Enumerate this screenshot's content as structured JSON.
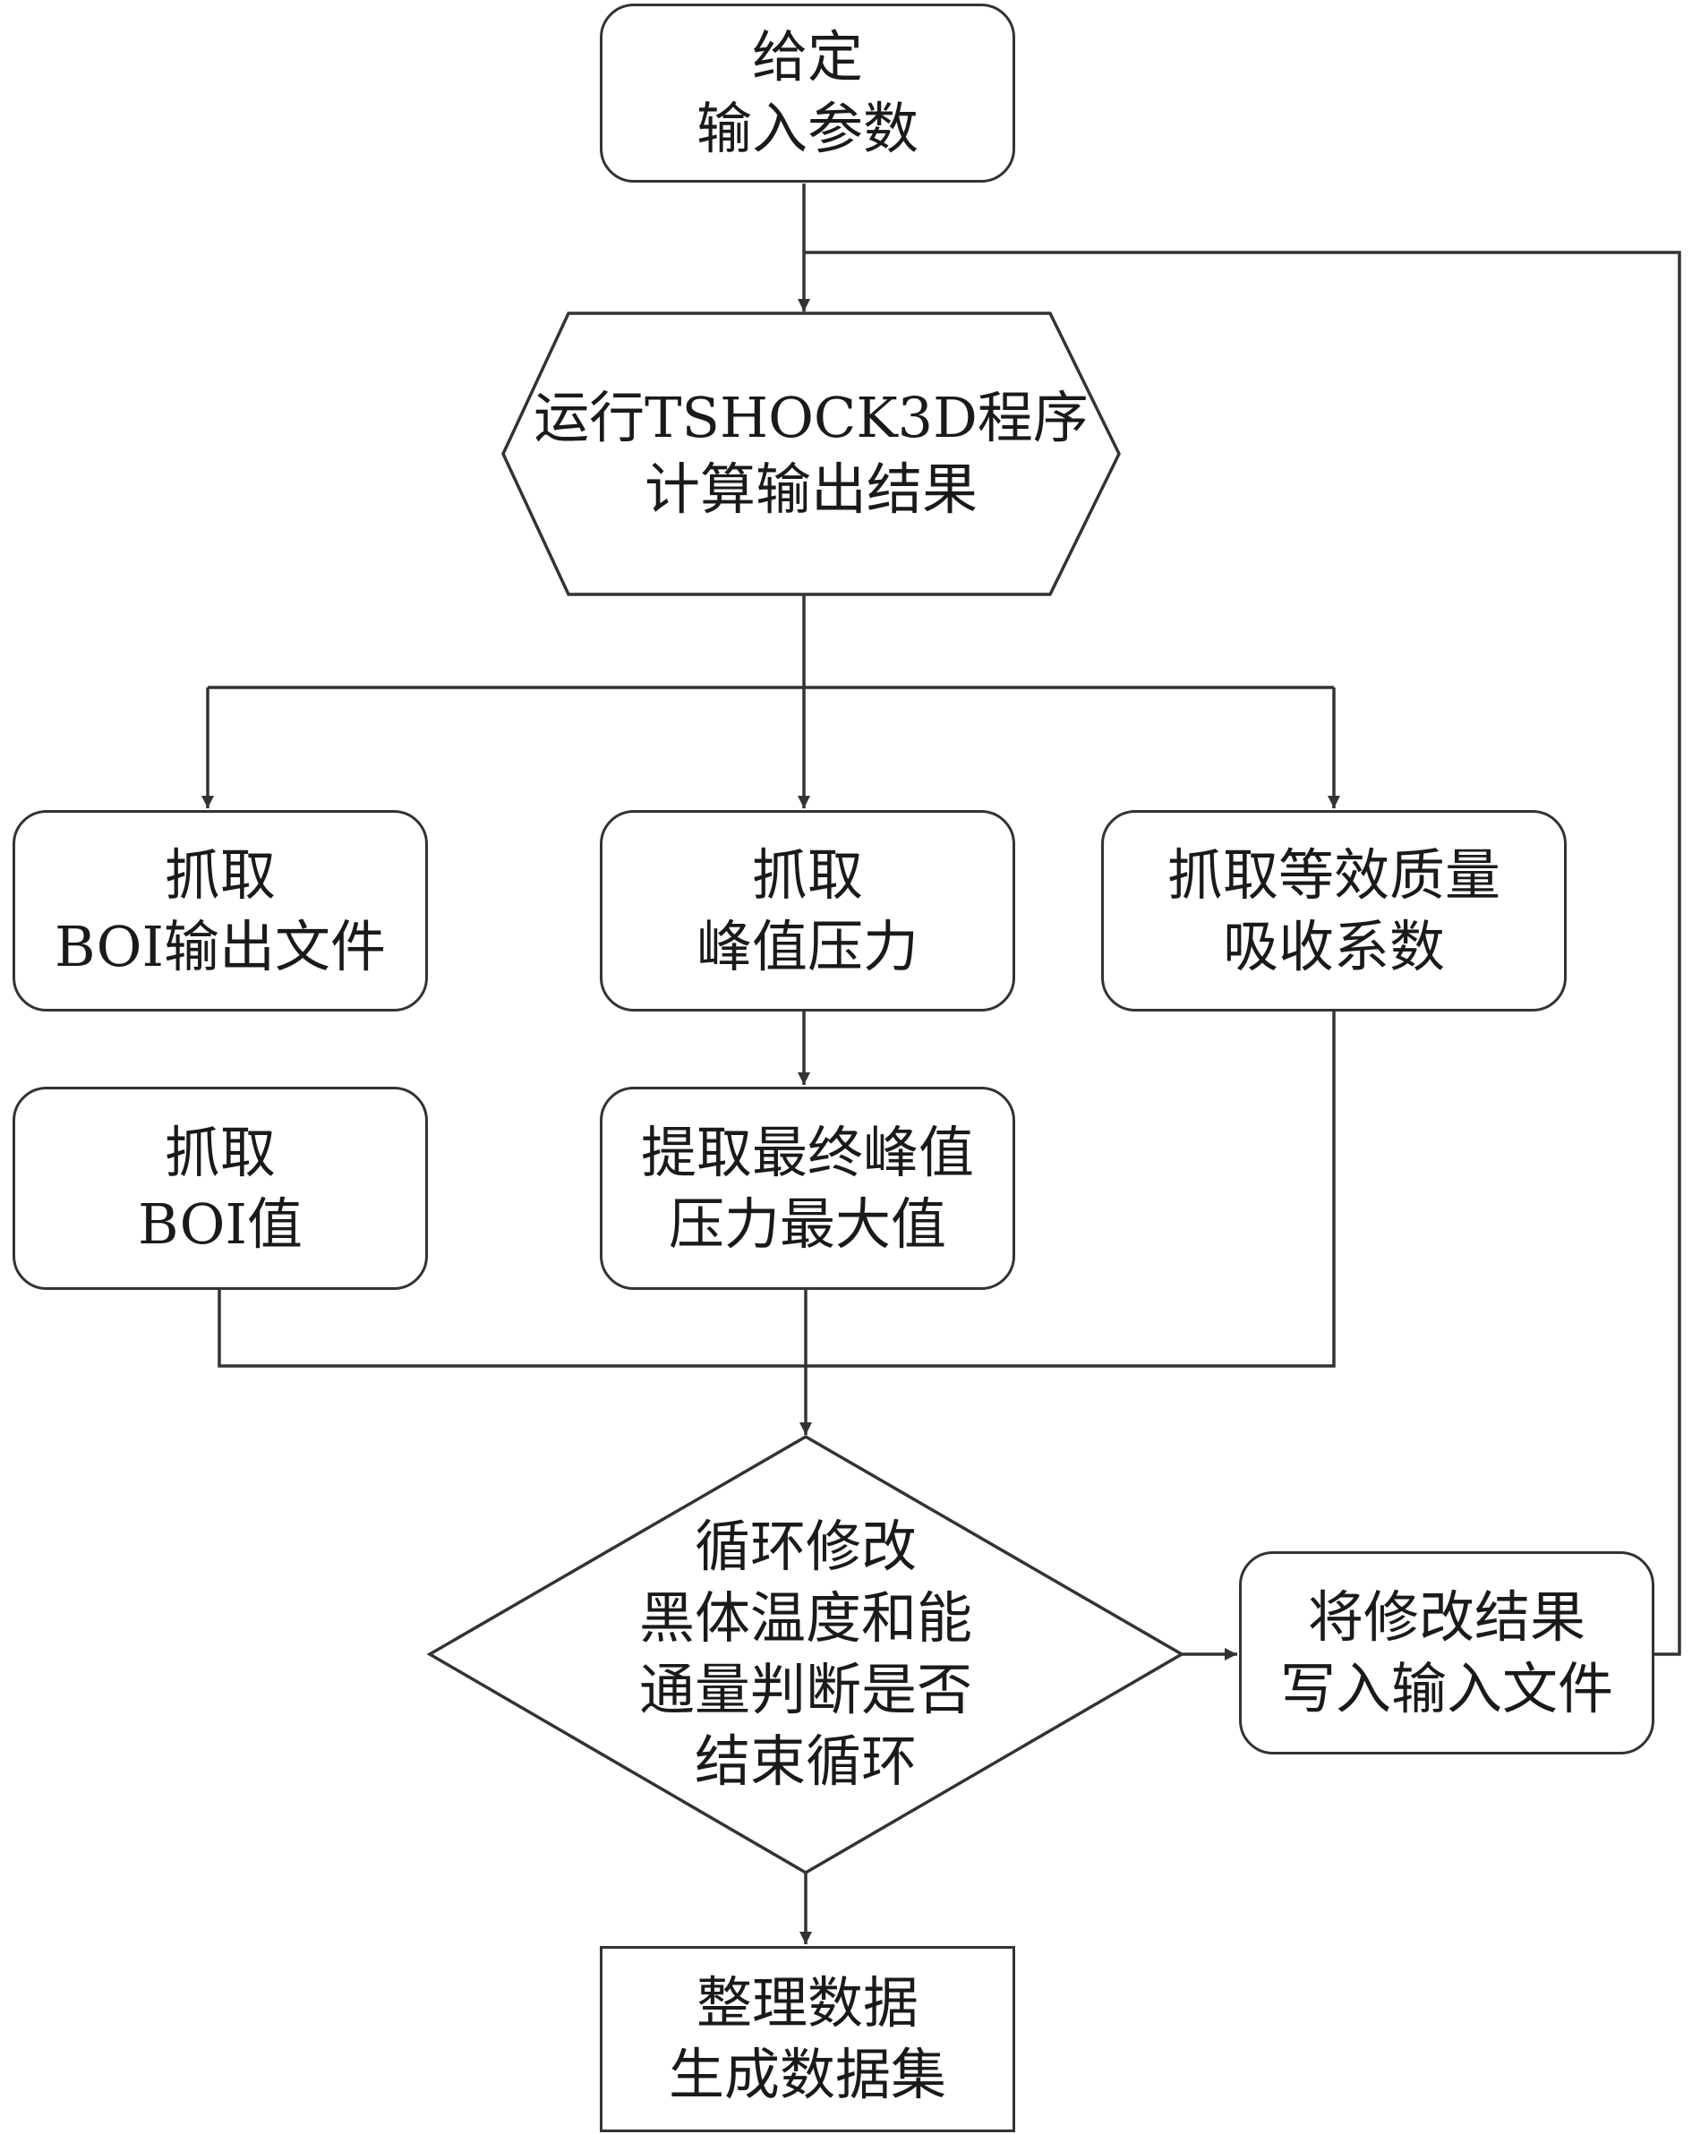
{
  "nodes": {
    "start": {
      "line1": "给定",
      "line2": "输入参数"
    },
    "run": {
      "line1": "运行TSHOCK3D程序",
      "line2": "计算输出结果"
    },
    "grab_boi_file": {
      "line1": "抓取",
      "line2": "BOI输出文件"
    },
    "grab_peak_pressure": {
      "line1": "抓取",
      "line2": "峰值压力"
    },
    "grab_absorption": {
      "line1": "抓取等效质量",
      "line2": "吸收系数"
    },
    "grab_boi_value": {
      "line1": "抓取",
      "line2": "BOI值"
    },
    "extract_max_peak": {
      "line1": "提取最终峰值",
      "line2": "压力最大值"
    },
    "loop_decision": {
      "line1": "循环修改",
      "line2": "黑体温度和能",
      "line3": "通量判断是否",
      "line4": "结束循环"
    },
    "write_input": {
      "line1": "将修改结果",
      "line2": "写入输入文件"
    },
    "organize_data": {
      "line1": "整理数据",
      "line2": "生成数据集"
    }
  },
  "colors": {
    "stroke": "#333333",
    "text": "#1a1a1a",
    "background": "#ffffff"
  }
}
